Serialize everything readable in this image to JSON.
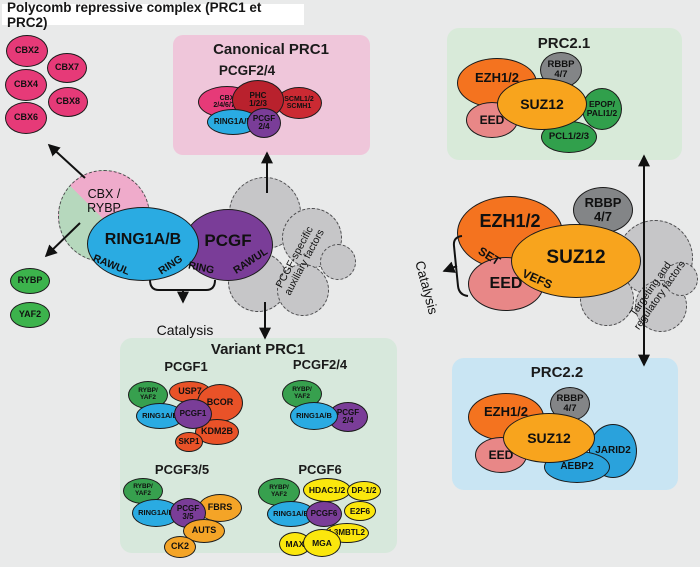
{
  "page_title": "Polycomb repressive complex (PRC1 et PRC2)",
  "palette": {
    "background": "#e9eaea",
    "panel_canonical": "#efc6da",
    "panel_variant": "#d7e8dc",
    "panel_prc21": "#d8ead9",
    "panel_prc22": "#c9e5f3",
    "magenta": "#e63a78",
    "red_dark": "#b9212d",
    "red": "#cb2a33",
    "cyan": "#2aabe2",
    "purple": "#7a3d98",
    "green": "#3cb34c",
    "green_dark": "#37a04e",
    "green_prc2": "#31a04c",
    "orange_red": "#e95228",
    "amber": "#f4a427",
    "yellow": "#fbe70d",
    "ezh_orange": "#f4731f",
    "suz_gold": "#f8a41d",
    "eed_salmon": "#e88787",
    "rbbp_gray": "#838587",
    "cloud_gray": "#c6c6c8"
  },
  "left_cluster": {
    "cbx": [
      "CBX2",
      "CBX7",
      "CBX4",
      "CBX8",
      "CBX6"
    ],
    "rybp": "RYBP",
    "yaf2": "YAF2",
    "cbx_rybp": "CBX /\nRYBP"
  },
  "prc1_core": {
    "ring1ab": "RING1A/B",
    "pcgf": "PCGF",
    "rawul_left": "RAWUL",
    "ring_left": "RING",
    "ring_right": "RING",
    "rawul_right": "RAWUL",
    "catalysis": "Catalysis",
    "aux_cloud": "PCGF-specific\nauxiliary factors"
  },
  "canonical": {
    "title": "Canonical PRC1",
    "subtitle": "PCGF2/4",
    "cbx": "CBX\n2/4/6/7/8",
    "phc": "PHC\n1/2/3",
    "scml": "SCML1/2\nSCMH1",
    "ring1ab": "RING1A/B",
    "pcgf24": "PCGF\n2/4"
  },
  "variant": {
    "title": "Variant PRC1",
    "groups": {
      "pcgf1": {
        "label": "PCGF1",
        "rybp_yaf2": "RYBP/\nYAF2",
        "usp7": "USP7",
        "bcor": "BCOR",
        "ring1ab": "RING1A/B",
        "pcgf": "PCGF1",
        "kdm2b": "KDM2B",
        "skp1": "SKP1"
      },
      "pcgf24": {
        "label": "PCGF2/4",
        "rybp_yaf2": "RYBP/\nYAF2",
        "ring1ab": "RING1A/B",
        "pcgf": "PCGF\n2/4"
      },
      "pcgf35": {
        "label": "PCGF3/5",
        "rybp_yaf2": "RYBP/\nYAF2",
        "ring1ab": "RING1A/B",
        "pcgf": "PCGF\n3/5",
        "fbrs": "FBRS",
        "auts": "AUTS",
        "ck2": "CK2"
      },
      "pcgf6": {
        "label": "PCGF6",
        "rybp_yaf2": "RYBP/\nYAF2",
        "hdac12": "HDAC1/2",
        "dp12": "DP-1/2",
        "ring1ab": "RING1A/B",
        "pcgf": "PCGF6",
        "e2f6": "E2F6",
        "l3mbtl2": "L3MBTL2",
        "max": "MAX",
        "mga": "MGA"
      }
    }
  },
  "prc2_core": {
    "ezh12": "EZH1/2",
    "suz12": "SUZ12",
    "eed": "EED",
    "rbbp47": "RBBP\n4/7",
    "set": "SET",
    "vefs": "VEFS",
    "catalysis": "Catalysis",
    "cloud": "Targeting and\nregulatory factors"
  },
  "prc21": {
    "title": "PRC2.1",
    "ezh12": "EZH1/2",
    "rbbp47": "RBBP\n4/7",
    "suz12": "SUZ12",
    "eed": "EED",
    "epop": "EPOP/\nPALI1/2",
    "pcl": "PCL1/2/3"
  },
  "prc22": {
    "title": "PRC2.2",
    "ezh12": "EZH1/2",
    "rbbp47": "RBBP\n4/7",
    "suz12": "SUZ12",
    "eed": "EED",
    "jarid2": "JARID2",
    "aebp2": "AEBP2"
  }
}
